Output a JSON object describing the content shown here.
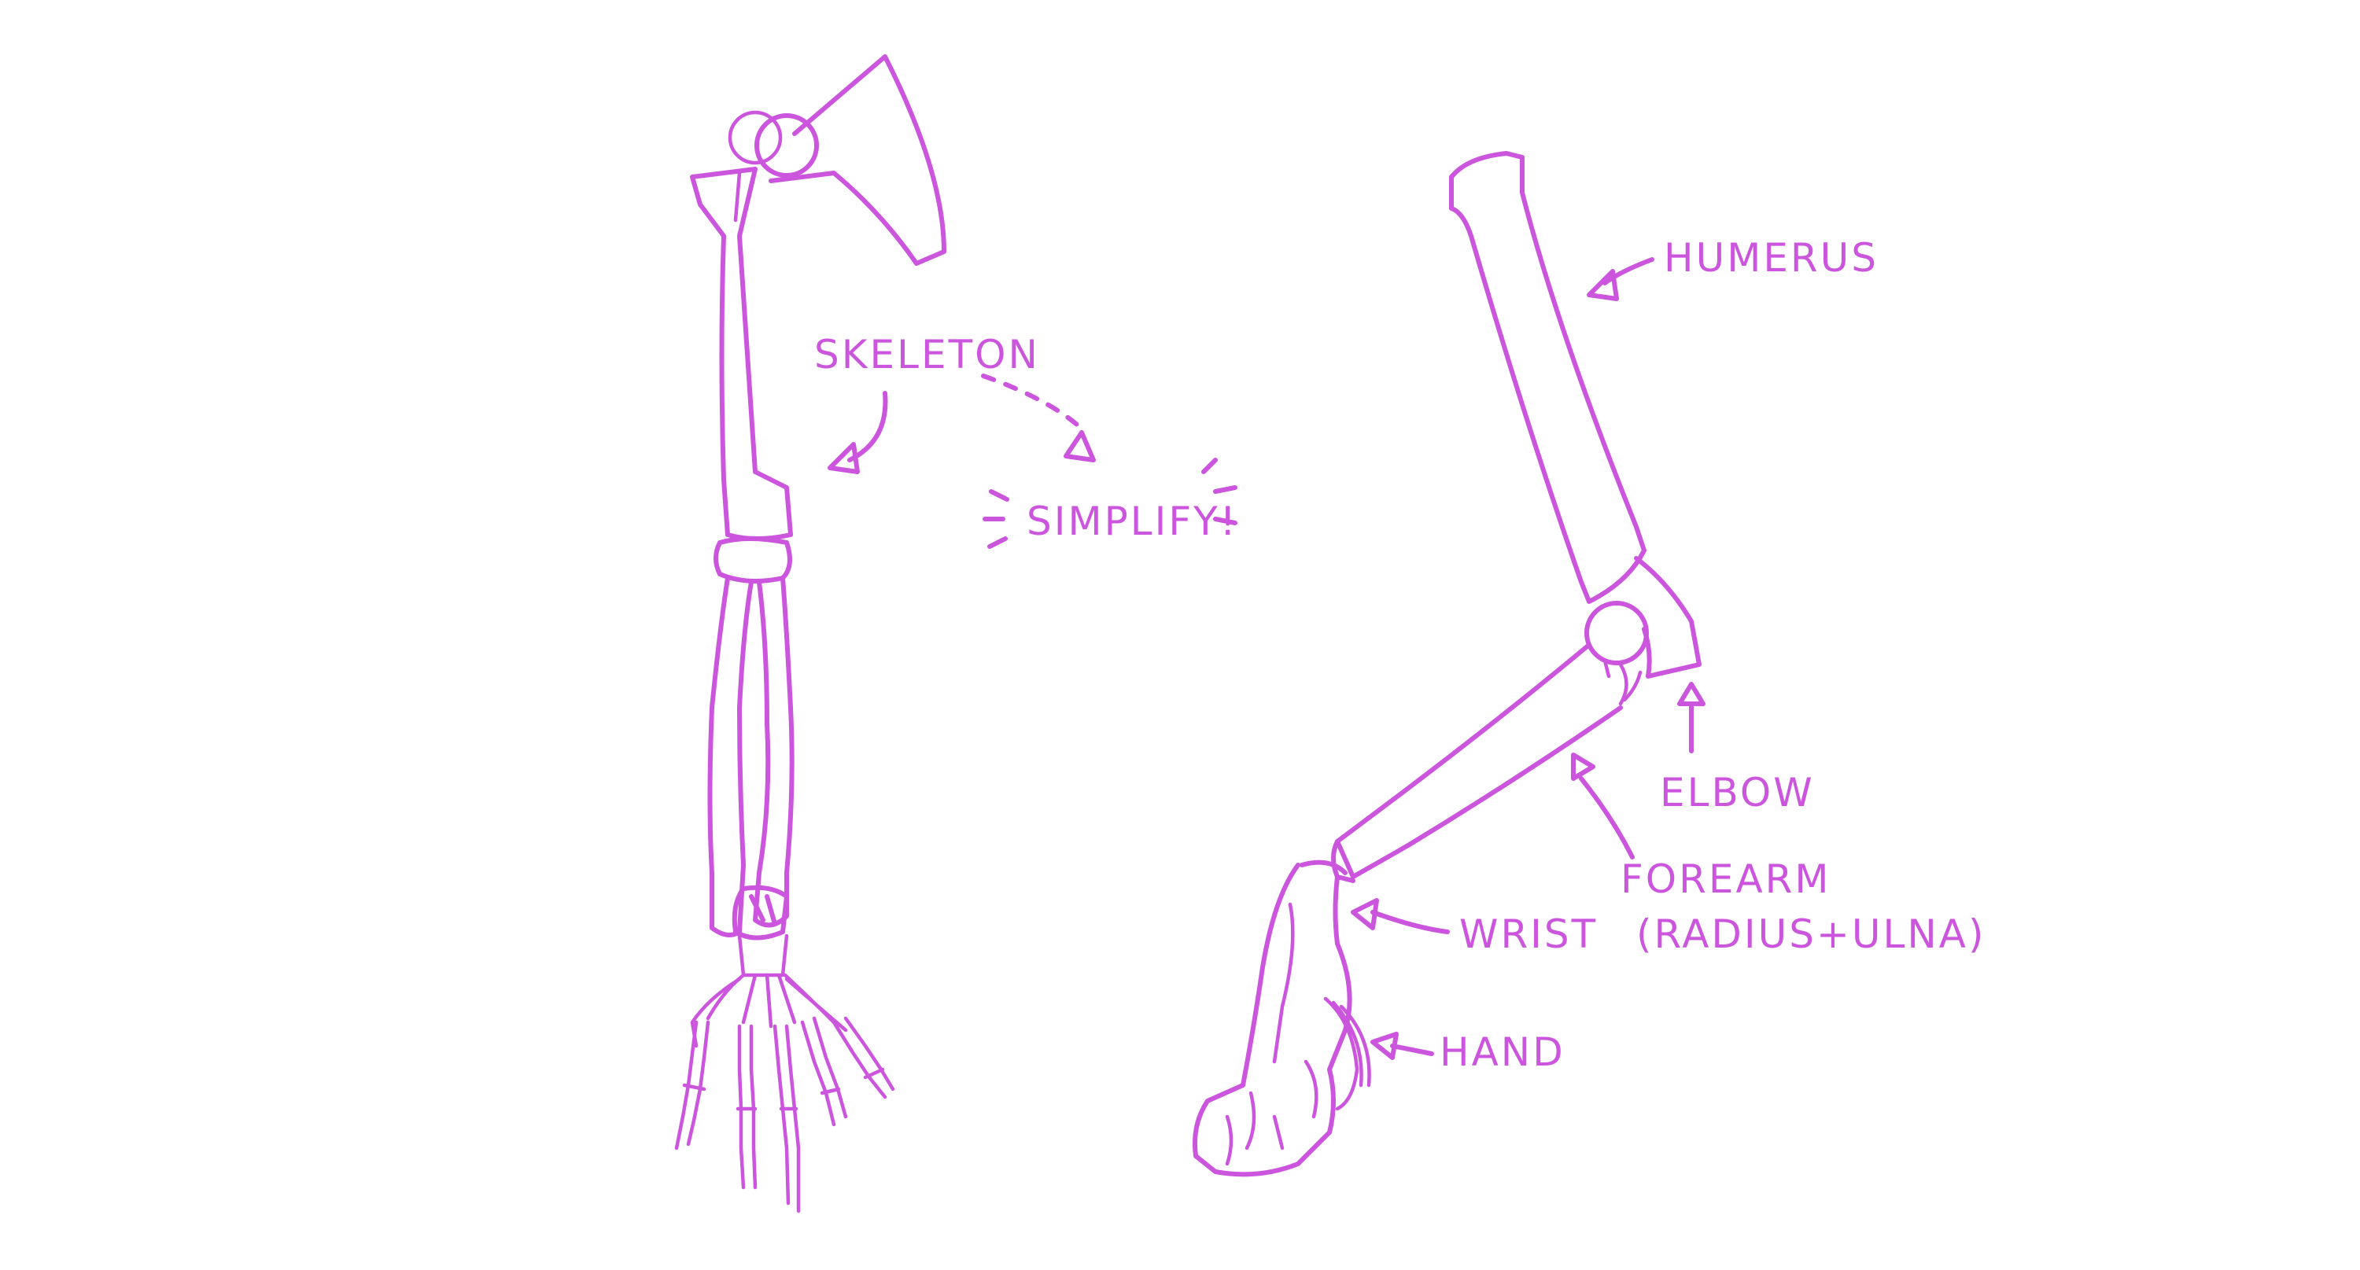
{
  "accent_color": "#cc55dd",
  "background_color": "#ffffff",
  "labels": {
    "skeleton": "SKELETON",
    "simplify": "SIMPLIFY!",
    "humerus": "HUMERUS",
    "elbow": "ELBOW",
    "forearm": "FOREARM",
    "forearm_detail": "(RADIUS+ULNA)",
    "wrist": "WRIST",
    "hand": "HAND"
  }
}
